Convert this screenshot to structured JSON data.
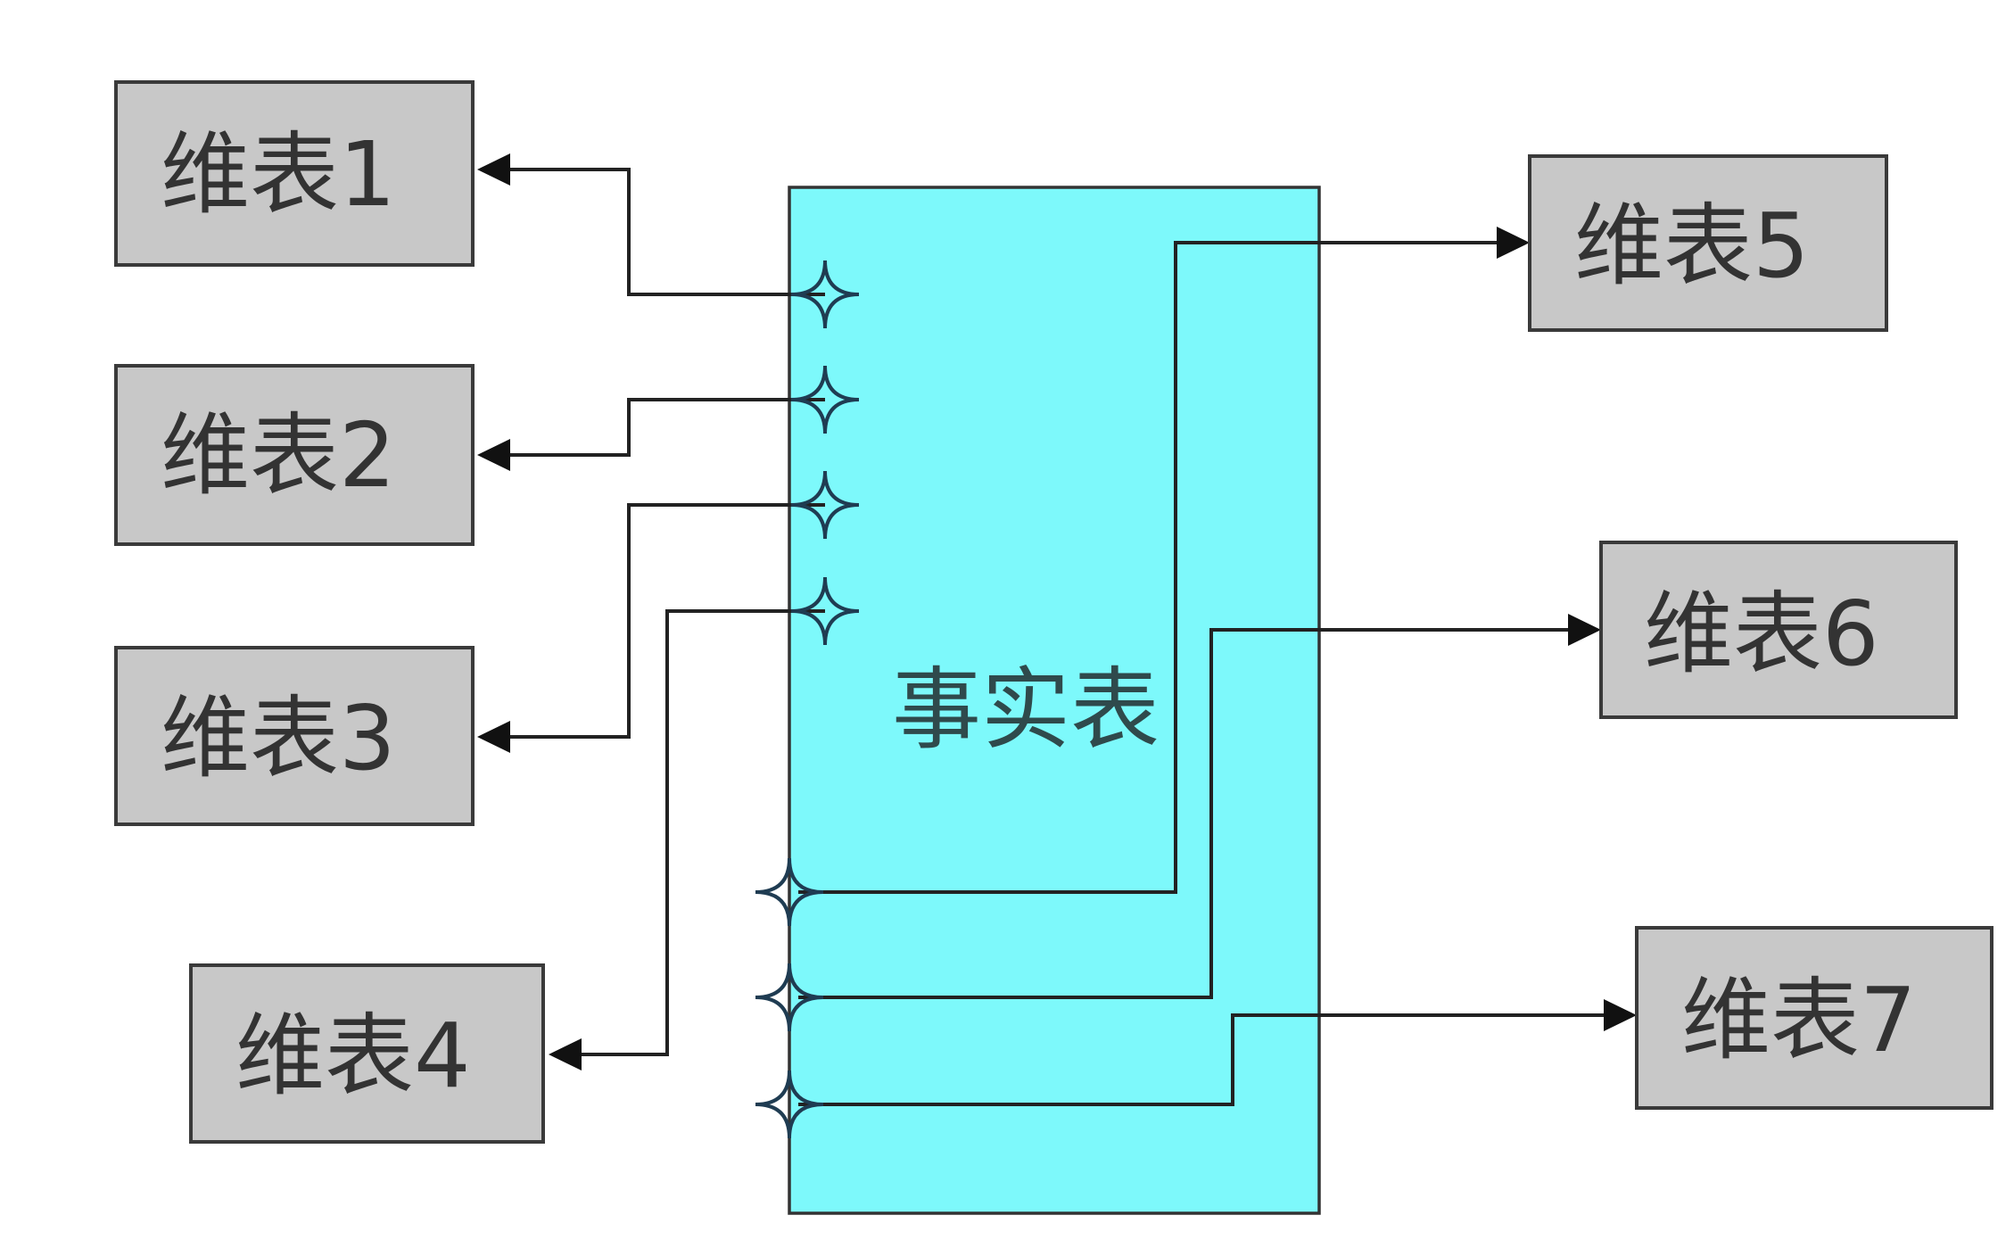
{
  "fact_table": {
    "label": "事实表"
  },
  "dimension_tables": [
    {
      "label": "维表1"
    },
    {
      "label": "维表2"
    },
    {
      "label": "维表3"
    },
    {
      "label": "维表4"
    },
    {
      "label": "维表5"
    },
    {
      "label": "维表6"
    },
    {
      "label": "维表7"
    }
  ],
  "colors": {
    "fact_fill": "#7df9fb",
    "dimension_fill": "#c8c8c8",
    "line": "#222222"
  }
}
